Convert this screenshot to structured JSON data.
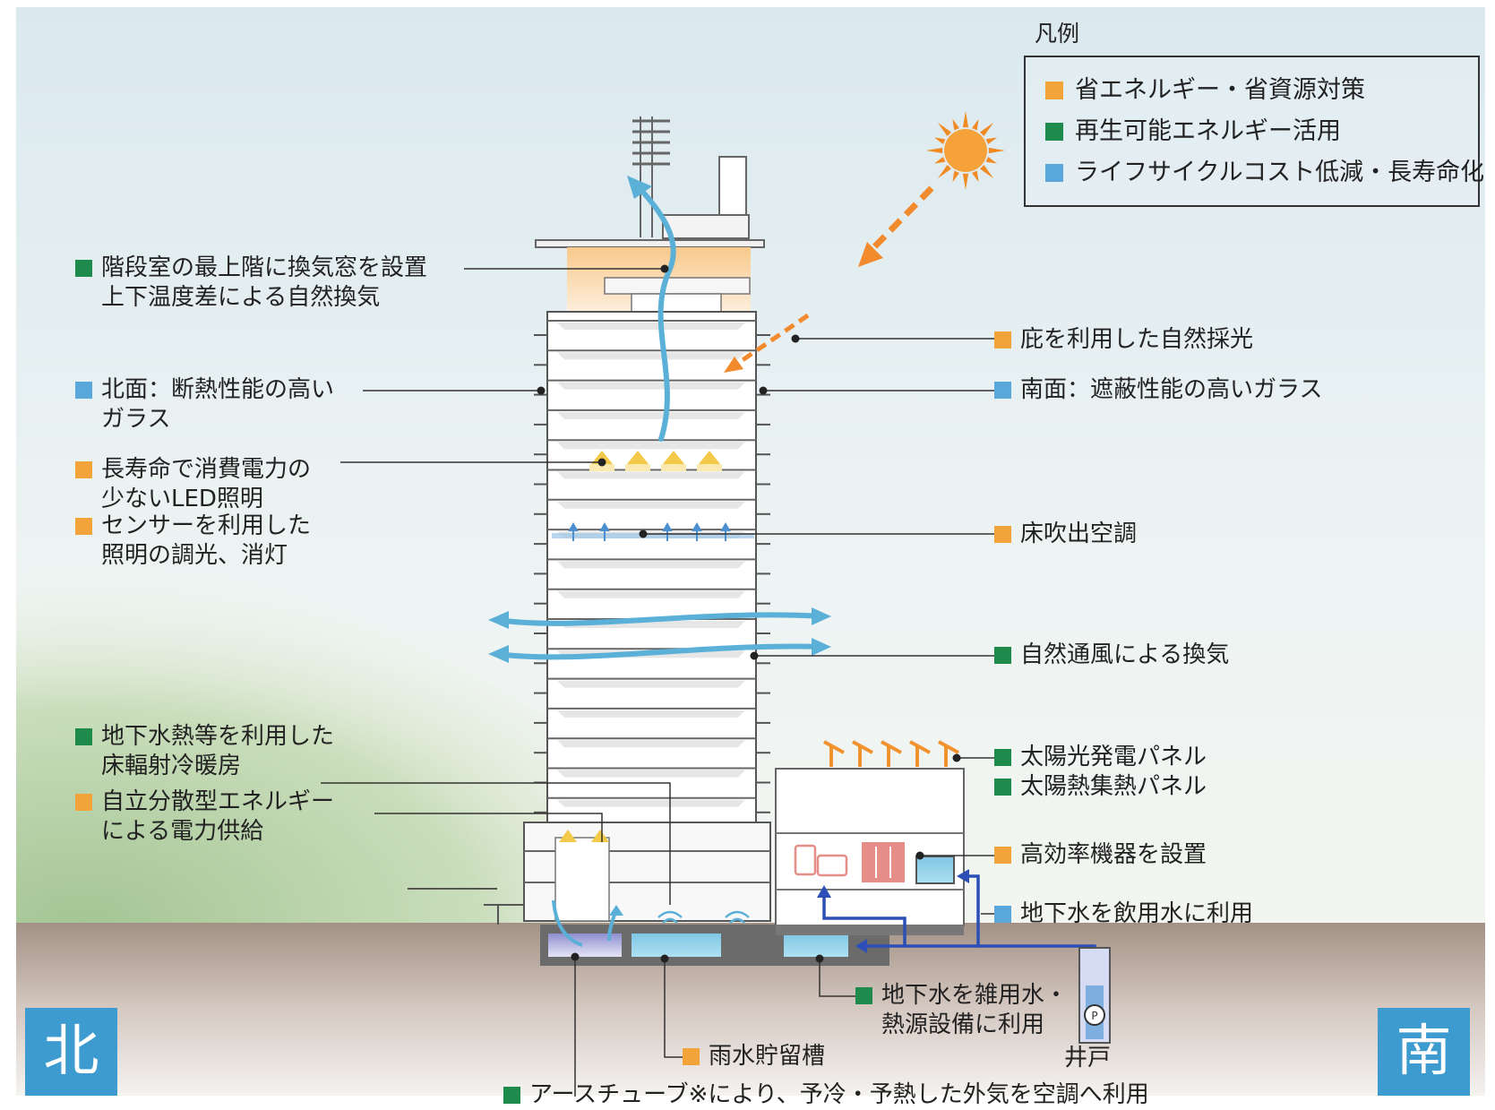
{
  "colors": {
    "orange": "#f2a33a",
    "green": "#1e8a4c",
    "blue": "#5aa7dc",
    "airflow": "#5bb0d8",
    "direction_badge": "#3e9bd0"
  },
  "legend": {
    "title": "凡例",
    "items": [
      {
        "color": "orange",
        "label": "省エネルギー・省資源対策"
      },
      {
        "color": "green",
        "label": "再生可能エネルギー活用"
      },
      {
        "color": "blue",
        "label": "ライフサイクルコスト低減・長寿命化"
      }
    ]
  },
  "directions": {
    "north": "北",
    "south": "南"
  },
  "labels": {
    "stair_vent": {
      "color": "green",
      "lines": [
        "階段室の最上階に換気窓を設置",
        "上下温度差による自然換気"
      ]
    },
    "north_glass": {
      "color": "blue",
      "lines": [
        "北面：断熱性能の高い",
        "ガラス"
      ]
    },
    "led": {
      "color": "orange",
      "lines": [
        "長寿命で消費電力の",
        "少ないLED照明"
      ]
    },
    "sensor": {
      "color": "orange",
      "lines": [
        "センサーを利用した",
        "照明の調光、消灯"
      ]
    },
    "ground_heat": {
      "color": "green",
      "lines": [
        "地下水熱等を利用した",
        "床輻射冷暖房"
      ]
    },
    "distributed": {
      "color": "orange",
      "lines": [
        "自立分散型エネルギー",
        "による電力供給"
      ]
    },
    "daylight": {
      "color": "orange",
      "lines": [
        "庇を利用した自然採光"
      ]
    },
    "south_glass": {
      "color": "blue",
      "lines": [
        "南面：遮蔽性能の高いガラス"
      ]
    },
    "floor_ac": {
      "color": "orange",
      "lines": [
        "床吹出空調"
      ]
    },
    "natural_vent": {
      "color": "green",
      "lines": [
        "自然通風による換気"
      ]
    },
    "solar_pv": {
      "color": "green",
      "lines": [
        "太陽光発電パネル"
      ]
    },
    "solar_thermal": {
      "color": "green",
      "lines": [
        "太陽熱集熱パネル"
      ]
    },
    "high_eff": {
      "color": "orange",
      "lines": [
        "高効率機器を設置"
      ]
    },
    "groundwater_drink": {
      "color": "blue",
      "lines": [
        "地下水を飲用水に利用"
      ]
    },
    "groundwater_misc": {
      "color": "green",
      "lines": [
        "地下水を雑用水・",
        "熱源設備に利用"
      ]
    },
    "rainwater": {
      "color": "orange",
      "lines": [
        "雨水貯留槽"
      ]
    },
    "earth_tube": {
      "color": "green",
      "lines": [
        "アースチューブ※により、予冷・予熱した外気を空調へ利用"
      ]
    },
    "well": {
      "color": "",
      "lines": [
        "井戸"
      ]
    }
  }
}
